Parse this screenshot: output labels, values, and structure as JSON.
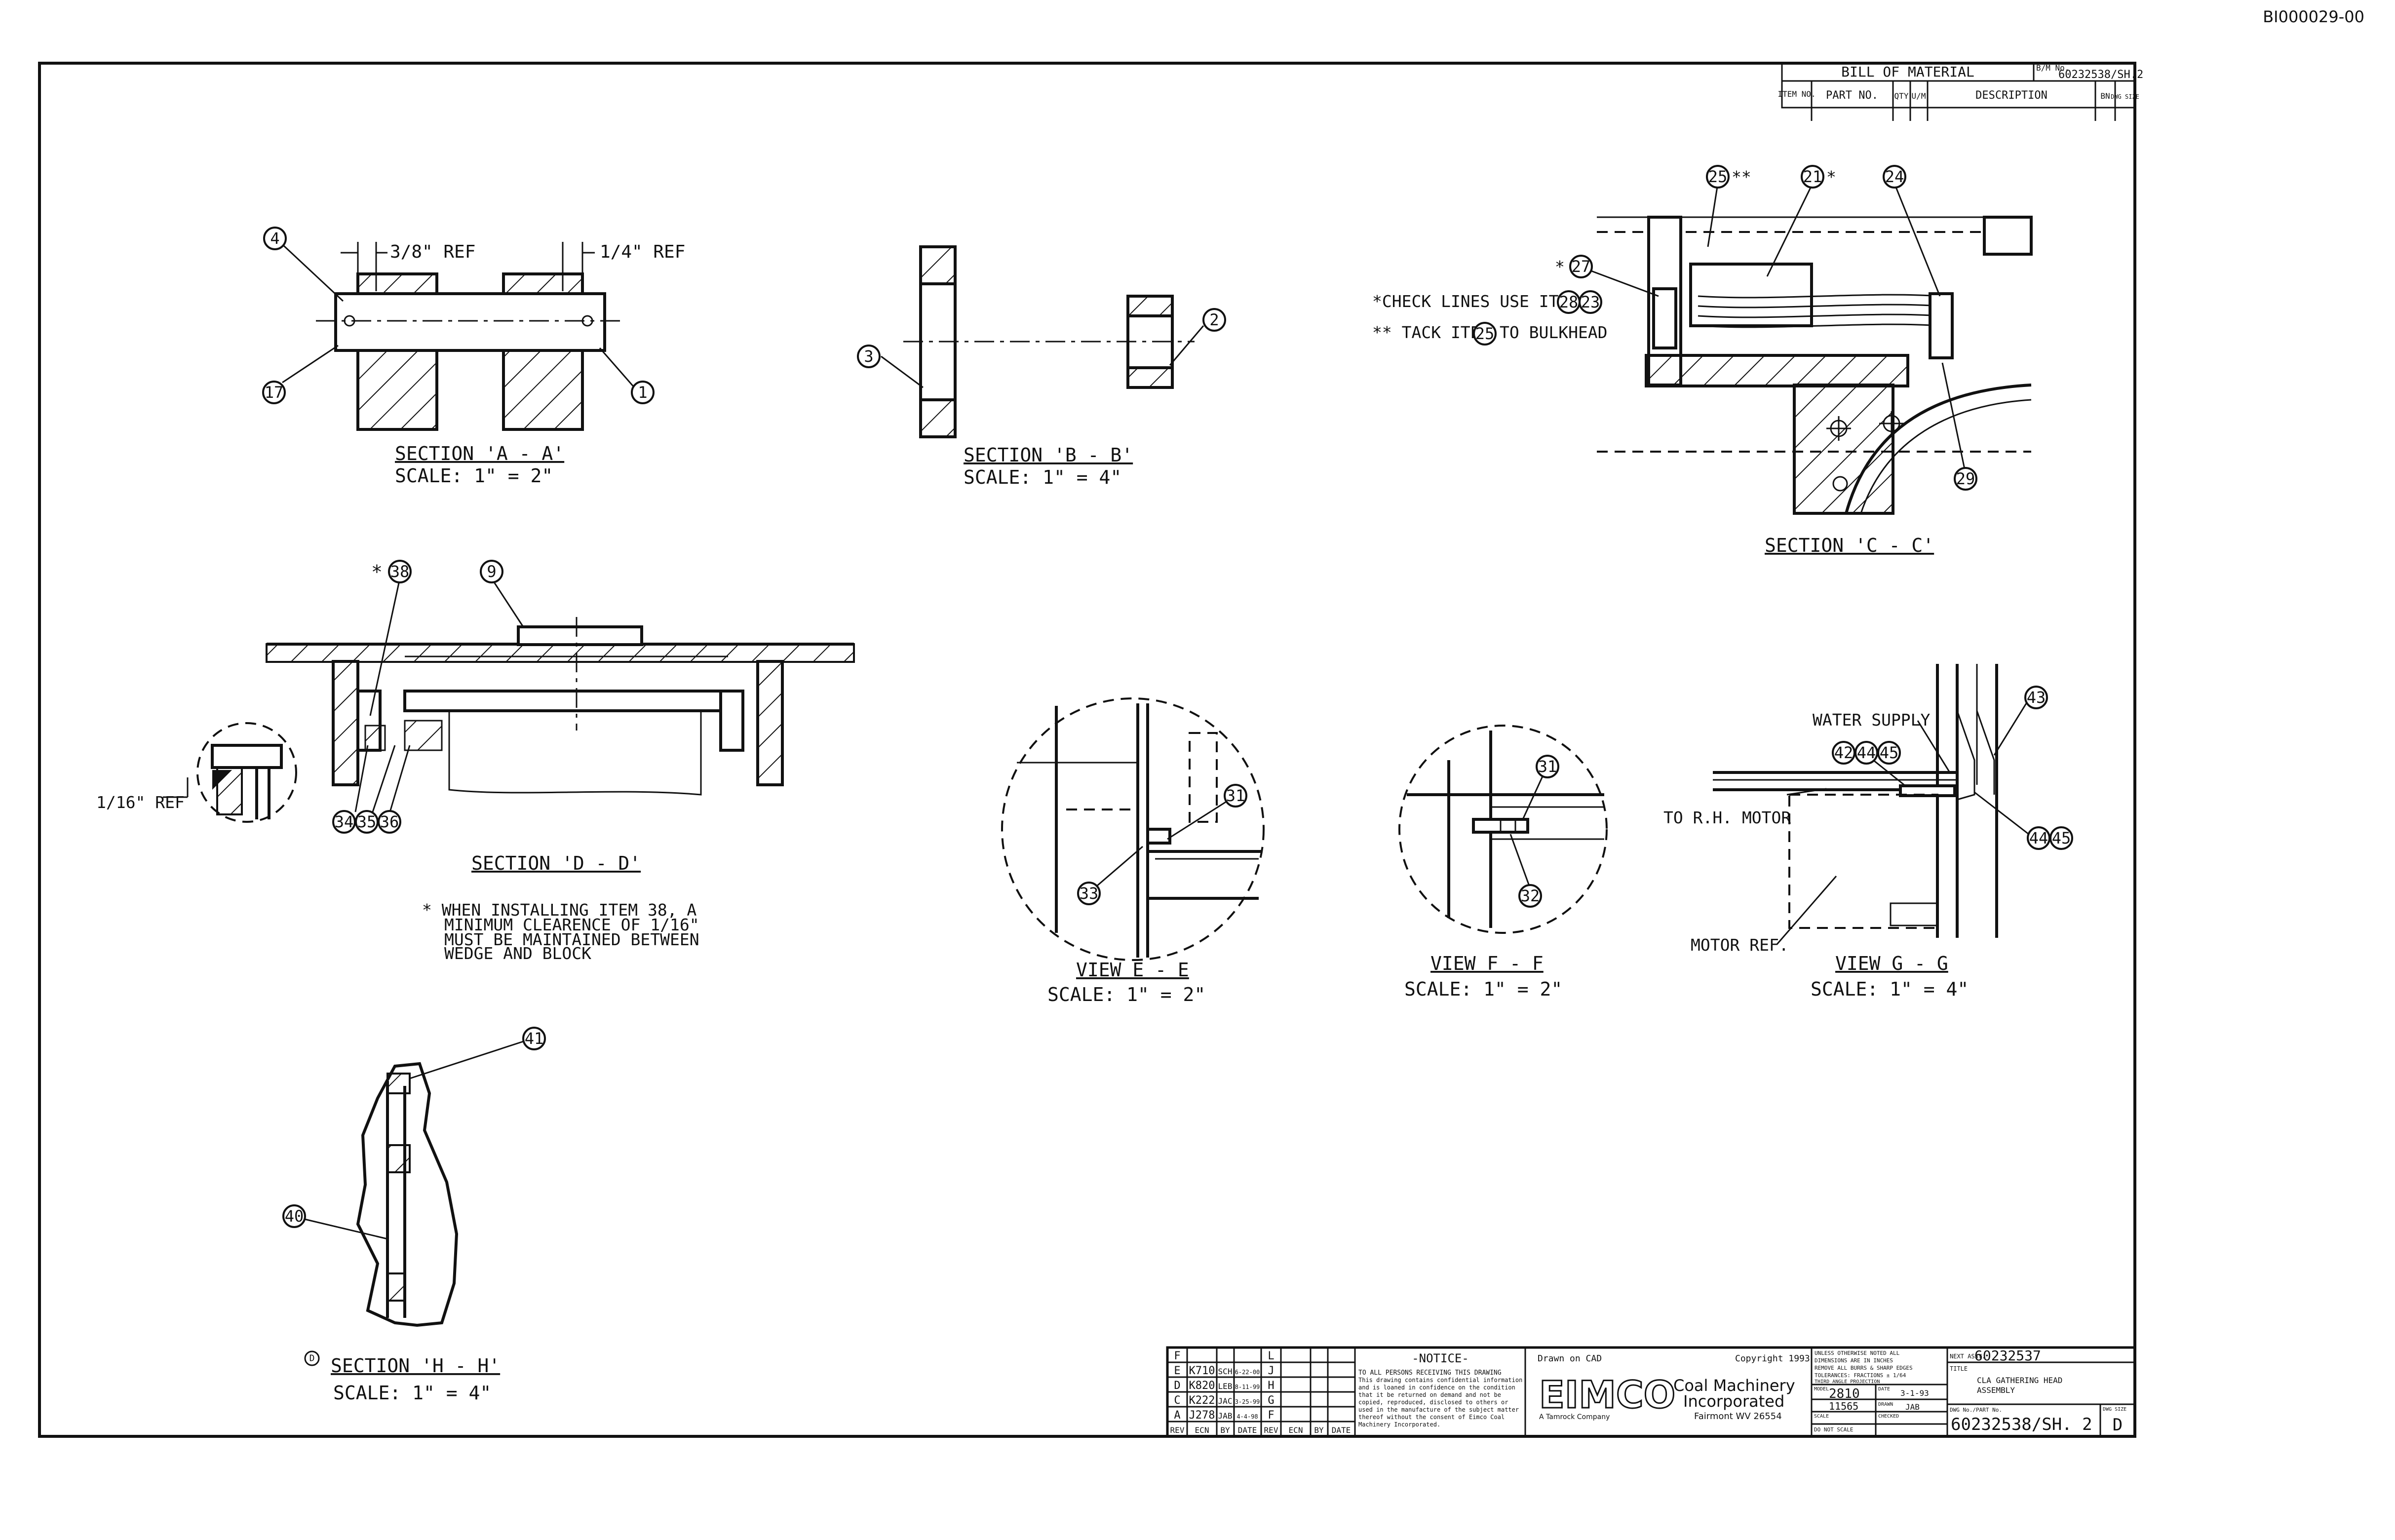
{
  "sheet": {
    "doc_id": "BI000029-00"
  },
  "bom": {
    "header": "BILL OF MATERIAL",
    "ref_label": "B/M No.",
    "ref_value": "60232538/SH.2",
    "columns": [
      "ITEM NO.",
      "PART NO.",
      "QTY",
      "U/M",
      "DESCRIPTION",
      "BN",
      "DWG SIZE"
    ]
  },
  "views": {
    "aa": {
      "title": "SECTION 'A - A'",
      "scale": "SCALE:  1\" = 2\"",
      "dim_left": "3/8\" REF",
      "dim_right": "1/4\" REF",
      "balloons": [
        "4",
        "17",
        "1"
      ]
    },
    "bb": {
      "title": "SECTION 'B - B'",
      "scale": "SCALE:  1\" = 4\"",
      "balloons": [
        "3",
        "2"
      ]
    },
    "cc": {
      "title": "SECTION 'C - C'",
      "note1": "*CHECK LINES USE ITEM",
      "note1_items": [
        "28",
        "23"
      ],
      "note2": "** TACK ITEM",
      "note2_item": "25",
      "note2_end": "TO BULKHEAD",
      "balloons": [
        "25",
        "21",
        "24",
        "27",
        "29"
      ],
      "marks": [
        "**",
        "*",
        "*"
      ]
    },
    "dd": {
      "title": "SECTION 'D - D'",
      "ref": "1/16\" REF",
      "mark": "*",
      "note": [
        "* WHEN INSTALLING ITEM 38, A",
        "MINIMUM CLEARENCE OF 1/16\"",
        "MUST BE MAINTAINED BETWEEN",
        "WEDGE AND BLOCK"
      ],
      "balloons": [
        "38",
        "9",
        "34",
        "35",
        "36"
      ]
    },
    "ee": {
      "title": "VIEW E - E",
      "scale": "SCALE:  1\" = 2\"",
      "balloons": [
        "31",
        "33"
      ]
    },
    "ff": {
      "title": "VIEW F - F",
      "scale": "SCALE:  1\" = 2\"",
      "balloons": [
        "31",
        "32"
      ]
    },
    "gg": {
      "title": "VIEW G - G",
      "scale": "SCALE:  1\" = 4\"",
      "water": "WATER SUPPLY",
      "to_motor": "TO R.H. MOTOR",
      "motor_ref": "MOTOR REF.",
      "balloons": [
        "42",
        "44",
        "45",
        "43",
        "44",
        "45"
      ]
    },
    "hh": {
      "title": "SECTION 'H - H'",
      "scale": "SCALE:  1\" = 4\"",
      "marker": "D",
      "balloons": [
        "41",
        "40"
      ]
    }
  },
  "revisions": {
    "rows": [
      {
        "rev": "E",
        "ecn": "K710",
        "by": "SCH",
        "date": "6-22-00"
      },
      {
        "rev": "D",
        "ecn": "K820",
        "by": "LEB",
        "date": "8-11-99"
      },
      {
        "rev": "C",
        "ecn": "K222",
        "by": "JAC",
        "date": "3-25-99"
      },
      {
        "rev": "A",
        "ecn": "J278",
        "by": "JAB",
        "date": "4-4-98"
      }
    ],
    "right_revs": [
      "L",
      "J",
      "H",
      "G",
      "F"
    ],
    "headers": [
      "REV",
      "ECN",
      "BY",
      "DATE",
      "REV",
      "ECN",
      "BY",
      "DATE"
    ]
  },
  "notice": {
    "title": "-NOTICE-",
    "lines": [
      "TO ALL PERSONS RECEIVING THIS DRAWING",
      "This drawing contains confidential information",
      "and is loaned in confidence on the condition",
      "that it be returned on demand and not be",
      "copied, reproduced, disclosed to others or",
      "used in the manufacture of the subject matter",
      "thereof without the consent of Eimco Coal",
      "Machinery Incorporated."
    ]
  },
  "company": {
    "drawn": "Drawn on CAD",
    "copyright": "Copyright 1993",
    "logo": "EIMCO",
    "name1": "Coal Machinery",
    "name2": "Incorporated",
    "city": "Fairmont WV 26554",
    "parent": "A Tamrock Company"
  },
  "info": {
    "unless": [
      "UNLESS OTHERWISE NOTED ALL",
      "DIMENSIONS ARE IN INCHES",
      "REMOVE ALL BURRS & SHARP EDGES",
      "TOLERANCES: FRACTIONS ± 1/64"
    ],
    "projection": "THIRD ANGLE PROJECTION",
    "model_label": "MODEL",
    "model": "2810",
    "date_label": "DATE",
    "date": "3-1-93",
    "drawn_label": "DRAWN",
    "drawn_by": "JAB",
    "checked_label": "CHECKED",
    "scale_label": "SCALE",
    "noscale": "DO NOT SCALE",
    "item_no": "11565"
  },
  "title_block": {
    "next_label": "NEXT ASSY.",
    "next": "60232537",
    "title_label": "TITLE",
    "title1": "CLA GATHERING HEAD",
    "title2": "ASSEMBLY",
    "dwg_label": "DWG No./PART No.",
    "dwg": "60232538/SH. 2",
    "size_label": "DWG SIZE",
    "size": "D"
  }
}
